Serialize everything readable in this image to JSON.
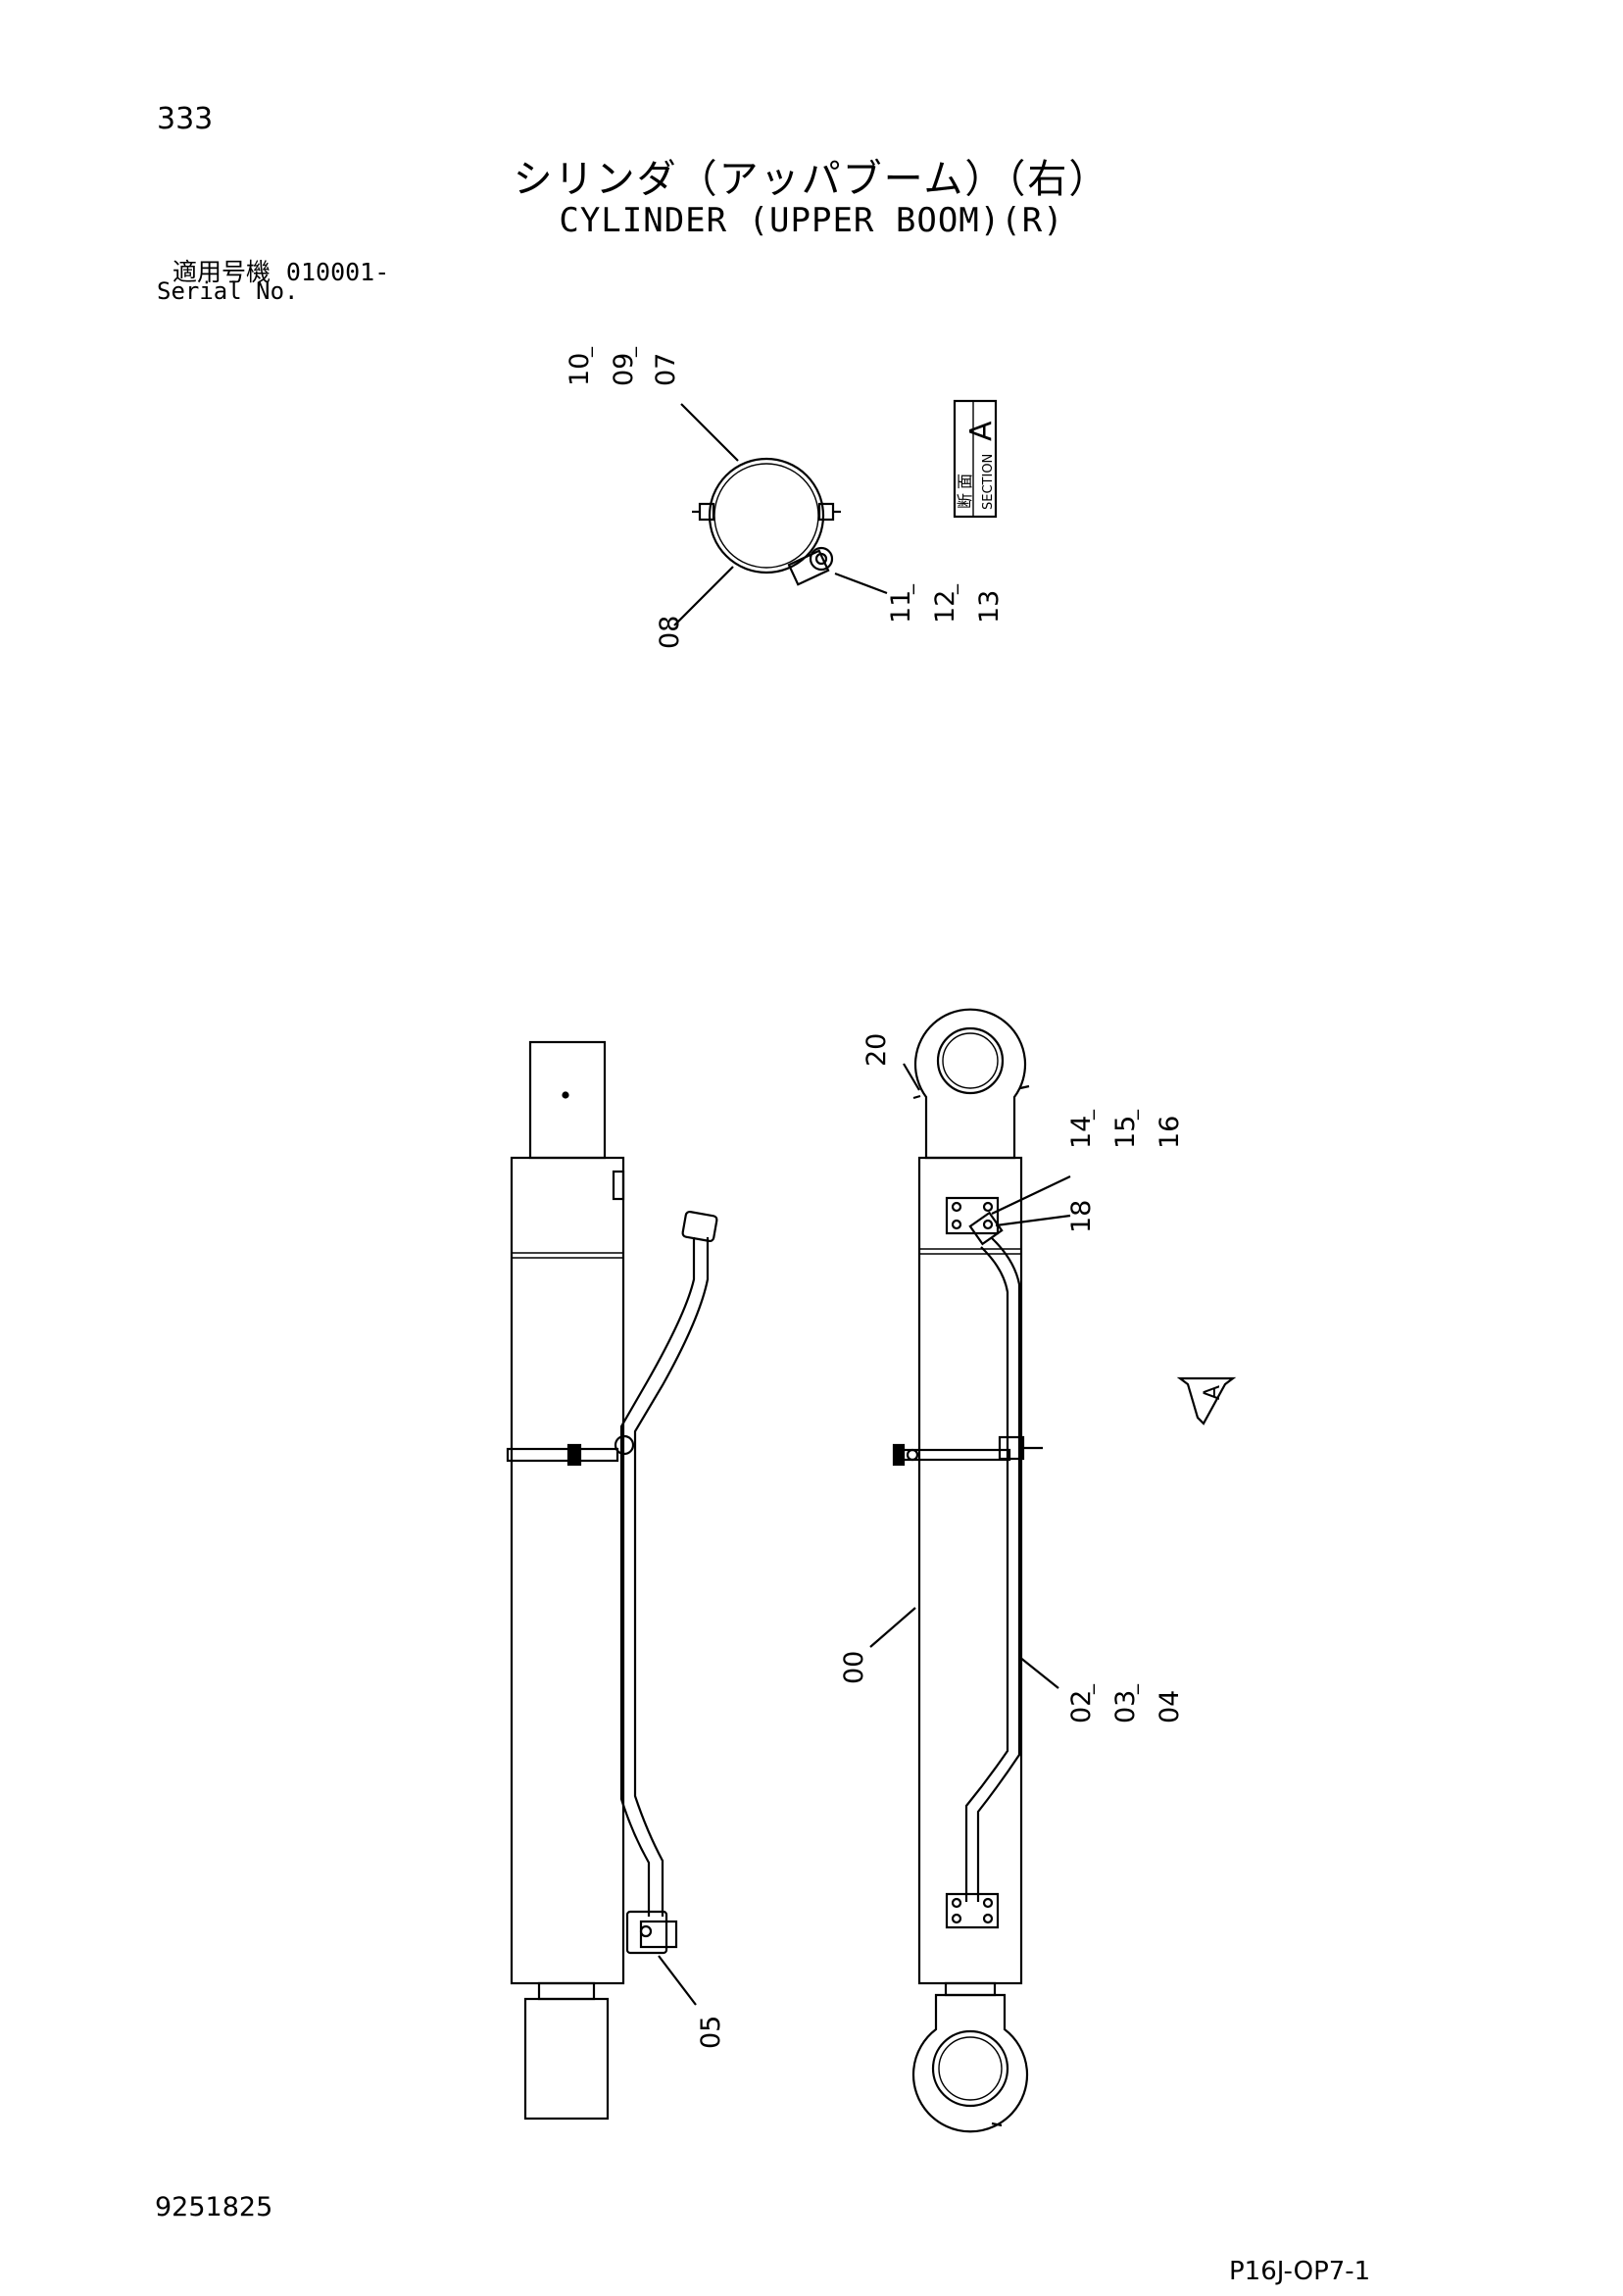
{
  "header": {
    "page_number": "333",
    "title_ja": "シリンダ（アッパブーム）（右）",
    "title_en": "CYLINDER (UPPER BOOM)(R)",
    "serial_label_ja": "適用号機",
    "serial_range": "010001-",
    "serial_label_en": "Serial No."
  },
  "section_box": {
    "ja_1": "断",
    "ja_2": "面",
    "en": "SECTION",
    "letter": "A"
  },
  "section_callouts": {
    "top": [
      "10",
      "09",
      "07"
    ],
    "bottom_left": "08",
    "bottom_right": [
      "11",
      "12",
      "13"
    ]
  },
  "main_callouts": {
    "eye_pin": "20",
    "block": [
      "14",
      "15",
      "16"
    ],
    "elbow": "18",
    "cylinder": "00",
    "pipe": [
      "02",
      "03",
      "04"
    ],
    "flange": "05"
  },
  "view_arrow_letter": "A",
  "footer": {
    "drawing_number": "9251825",
    "page_ref": "P16J-OP7-1"
  },
  "colors": {
    "line": "#000000",
    "background": "#ffffff"
  }
}
